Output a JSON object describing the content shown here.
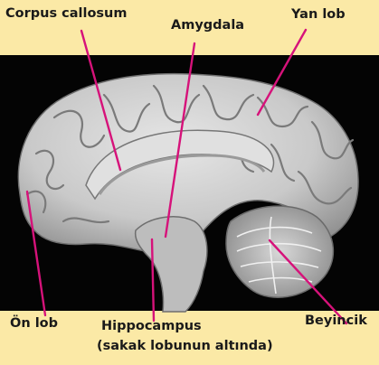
{
  "labels": {
    "corpus_callosum": "Corpus callosum",
    "amygdala": "Amygdala",
    "yan_lob": "Yan lob",
    "on_lob": "Ön lob",
    "hippocampus_line1": "Hippocampus",
    "hippocampus_line2": "(sakak lobunun altında)",
    "beyincik": "Beyincik"
  },
  "colors": {
    "background": "#fbe9a6",
    "photo_background": "#040404",
    "pointer_line": "#d6127a",
    "brain_tissue": "#cfcfcf"
  }
}
